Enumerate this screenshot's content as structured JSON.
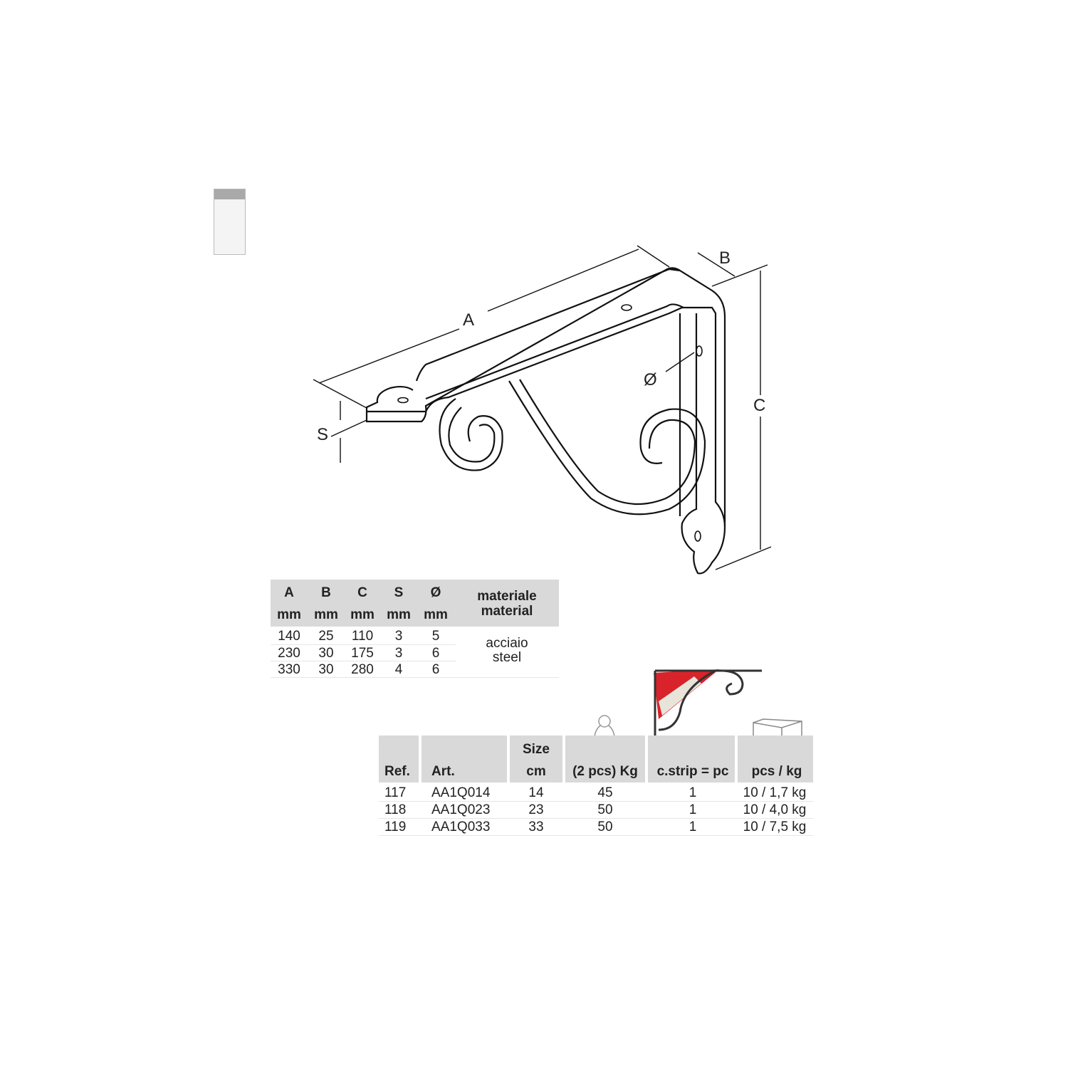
{
  "diagram": {
    "labels": {
      "a": "A",
      "b": "B",
      "c": "C",
      "s": "S",
      "diameter": "Ø"
    }
  },
  "dimensions_table": {
    "headers": [
      {
        "name": "A",
        "unit": "mm"
      },
      {
        "name": "B",
        "unit": "mm"
      },
      {
        "name": "C",
        "unit": "mm"
      },
      {
        "name": "S",
        "unit": "mm"
      },
      {
        "name": "Ø",
        "unit": "mm"
      }
    ],
    "material_header": [
      "materiale",
      "material"
    ],
    "rows": [
      [
        "140",
        "25",
        "110",
        "3",
        "5"
      ],
      [
        "230",
        "30",
        "175",
        "3",
        "6"
      ],
      [
        "330",
        "30",
        "280",
        "4",
        "6"
      ]
    ],
    "material_value": [
      "acciaio",
      "steel"
    ]
  },
  "product_table": {
    "headers": {
      "ref": "Ref.",
      "art": "Art.",
      "size_top": "Size",
      "size_unit": "cm",
      "load": "(2 pcs) Kg",
      "strip": "c.strip = pc",
      "pack": "pcs / kg"
    },
    "rows": [
      {
        "ref": "117",
        "art": "AA1Q014",
        "size": "14",
        "load": "45",
        "strip": "1",
        "pack": "10 / 1,7 kg"
      },
      {
        "ref": "118",
        "art": "AA1Q023",
        "size": "23",
        "load": "50",
        "strip": "1",
        "pack": "10 / 4,0 kg"
      },
      {
        "ref": "119",
        "art": "AA1Q033",
        "size": "33",
        "load": "50",
        "strip": "1",
        "pack": "10 / 7,5 kg"
      }
    ]
  },
  "colors": {
    "header_bg": "#d9d9d9",
    "packaging_red": "#d8232a"
  }
}
